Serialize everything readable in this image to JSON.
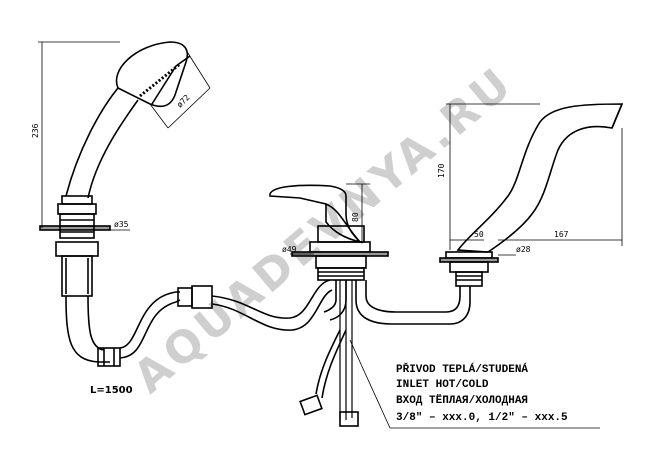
{
  "watermark": "AQUADEVNYA.RU",
  "dimensions": {
    "shower_height": "236",
    "shower_head_diameter": "ø72",
    "shower_base_diameter": "ø35",
    "mixer_height": "80",
    "mixer_base_diameter": "ø49",
    "spout_height": "170",
    "spout_reach": "167",
    "spout_offset": "50",
    "spout_base_diameter": "ø28",
    "hose_length": "L=1500"
  },
  "notes": {
    "line1": "PŘIVOD TEPLÁ/STUDENÁ",
    "line2": "INLET HOT/COLD",
    "line3": "ВХОД ТЁПЛАЯ/ХОЛОДНАЯ",
    "line4": "3/8\" – xxx.0, 1/2\" – xxx.5"
  }
}
